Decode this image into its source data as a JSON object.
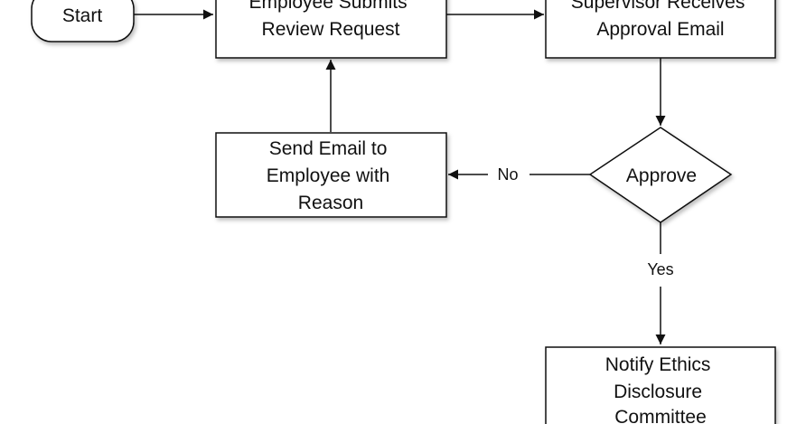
{
  "nodes": {
    "start": {
      "label": "Start"
    },
    "submit": {
      "lines": [
        "Employee Submits",
        "Review Request"
      ]
    },
    "supervisor": {
      "lines": [
        "Supervisor Receives",
        "Approval Email"
      ]
    },
    "approve": {
      "label": "Approve"
    },
    "send_email": {
      "lines": [
        "Send Email to",
        "Employee with",
        "Reason"
      ]
    },
    "notify": {
      "lines": [
        "Notify Ethics",
        "Disclosure",
        "Committee"
      ]
    }
  },
  "edges": {
    "no_label": "No",
    "yes_label": "Yes"
  }
}
